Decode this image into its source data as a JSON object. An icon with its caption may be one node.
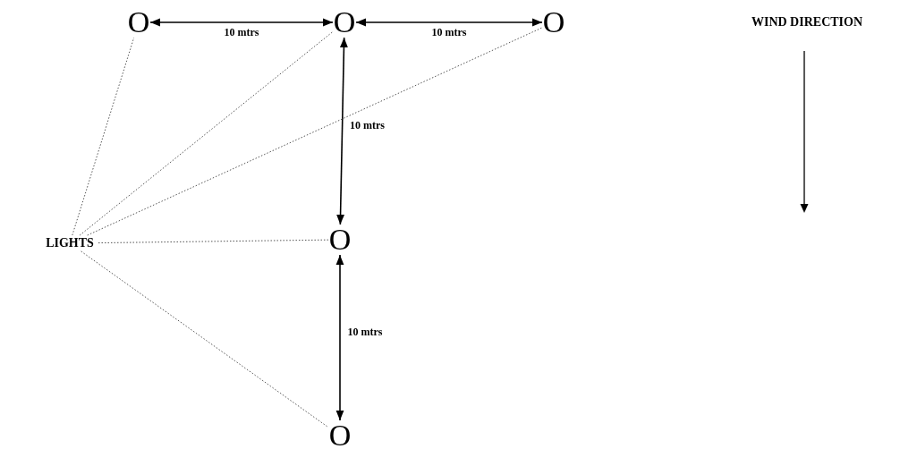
{
  "diagram": {
    "nodes": [
      {
        "text": [
          "O"
        ]
      },
      {
        "text": [
          "O"
        ]
      },
      {
        "text": [
          "O"
        ]
      },
      {
        "text": [
          "WIND DIRECTION"
        ]
      },
      {
        "text": [
          "LIGHTS"
        ]
      },
      {
        "text": [
          "O"
        ]
      },
      {
        "text": [
          "O"
        ]
      }
    ],
    "edges": [
      {
        "from": 0,
        "to": 1,
        "arrow": "both",
        "label": "10 mtrs"
      },
      {
        "from": 1,
        "to": 2,
        "arrow": "both",
        "label": "10 mtrs"
      },
      {
        "from": 1,
        "to": 5,
        "arrow": "both",
        "label": "10 mtrs"
      },
      {
        "from": 5,
        "to": 6,
        "arrow": "both",
        "label": "10 mtrs"
      },
      {
        "from": 4,
        "to": 0,
        "arrow": "none",
        "style": "dashed"
      },
      {
        "from": 4,
        "to": 1,
        "arrow": "none",
        "style": "dashed"
      },
      {
        "from": 4,
        "to": 2,
        "arrow": "none",
        "style": "dashed"
      },
      {
        "from": 4,
        "to": 5,
        "arrow": "none",
        "style": "dashed"
      },
      {
        "from": 4,
        "to": 6,
        "arrow": "none",
        "style": "dashed"
      }
    ]
  }
}
